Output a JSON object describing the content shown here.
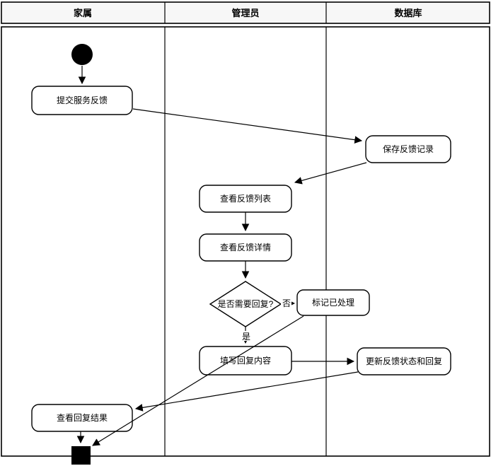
{
  "diagram": {
    "type": "uml-activity-swimlane",
    "lanes": [
      {
        "id": "family",
        "label": "家属"
      },
      {
        "id": "admin",
        "label": "管理员"
      },
      {
        "id": "database",
        "label": "数据库"
      }
    ],
    "nodes": {
      "start": {
        "type": "initial-node",
        "label": "",
        "lane": "家属"
      },
      "submit_feedback": {
        "label": "提交服务反馈",
        "lane": "家属"
      },
      "save_record": {
        "label": "保存反馈记录",
        "lane": "数据库"
      },
      "view_list": {
        "label": "查看反馈列表",
        "lane": "管理员"
      },
      "view_detail": {
        "label": "查看反馈详情",
        "lane": "管理员"
      },
      "need_reply_decision": {
        "type": "decision",
        "label": "是否需要回复?",
        "lane": "管理员"
      },
      "mark_processed": {
        "label": "标记已处理",
        "lane": "管理员"
      },
      "fill_reply": {
        "label": "填写回复内容",
        "lane": "管理员"
      },
      "update_status": {
        "label": "更新反馈状态和回复",
        "lane": "数据库"
      },
      "view_result": {
        "label": "查看回复结果",
        "lane": "家属"
      },
      "end": {
        "type": "final-node",
        "label": "",
        "lane": "家属"
      }
    },
    "edge_labels": {
      "yes": "是",
      "no": "否"
    },
    "edges": [
      {
        "from": "start",
        "to": "submit_feedback",
        "label": ""
      },
      {
        "from": "submit_feedback",
        "to": "save_record",
        "label": ""
      },
      {
        "from": "save_record",
        "to": "view_list",
        "label": ""
      },
      {
        "from": "view_list",
        "to": "view_detail",
        "label": ""
      },
      {
        "from": "view_detail",
        "to": "need_reply_decision",
        "label": ""
      },
      {
        "from": "need_reply_decision",
        "to": "mark_processed",
        "label": "否"
      },
      {
        "from": "need_reply_decision",
        "to": "fill_reply",
        "label": "是"
      },
      {
        "from": "fill_reply",
        "to": "update_status",
        "label": ""
      },
      {
        "from": "mark_processed",
        "to": "end",
        "label": ""
      },
      {
        "from": "update_status",
        "to": "view_result",
        "label": ""
      },
      {
        "from": "view_result",
        "to": "end",
        "label": ""
      }
    ],
    "colors": {
      "line": "#000000",
      "node_fill": "#ffffff",
      "header_fill": "#f7f7f7",
      "text": "#000000"
    }
  }
}
